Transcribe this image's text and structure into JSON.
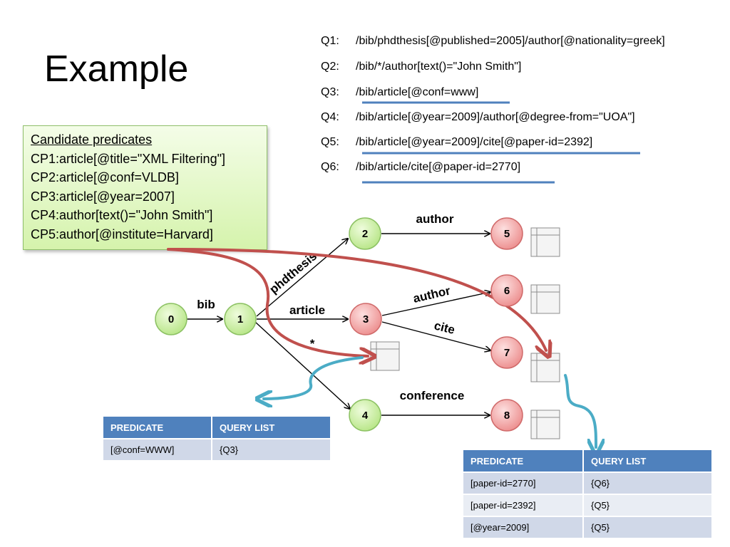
{
  "slide_title": "Example",
  "queries": [
    {
      "id": "Q1:",
      "text": "/bib/phdthesis[@published=2005]/author[@nationality=greek]"
    },
    {
      "id": "Q2:",
      "text": "/bib/*/author[text()=\"John Smith\"]"
    },
    {
      "id": "Q3:",
      "text": "/bib/article[@conf=www]"
    },
    {
      "id": "Q4:",
      "text": "/bib/article[@year=2009]/author[@degree-from=\"UOA\"]"
    },
    {
      "id": "Q5:",
      "text": "/bib/article[@year=2009]/cite[@paper-id=2392]"
    },
    {
      "id": "Q6:",
      "text": "/bib/article/cite[@paper-id=2770]"
    }
  ],
  "candidates": {
    "heading": "Candidate predicates",
    "items": [
      "CP1:article[@title=\"XML Filtering\"]",
      "CP2:article[@conf=VLDB]",
      "CP3:article[@year=2007]",
      "CP4:author[text()=\"John Smith\"]",
      "CP5:author[@institute=Harvard]"
    ]
  },
  "nodes": [
    "0",
    "1",
    "2",
    "3",
    "4",
    "5",
    "6",
    "7",
    "8"
  ],
  "edge_labels": {
    "bib": "bib",
    "phdthesis": "phdthesis",
    "article": "article",
    "star": "*",
    "author_top": "author",
    "author_mid": "author",
    "cite": "cite",
    "conference": "conference"
  },
  "table_left": {
    "headers": [
      "PREDICATE",
      "QUERY LIST"
    ],
    "rows": [
      [
        "[@conf=WWW]",
        "{Q3}"
      ]
    ]
  },
  "table_right": {
    "headers": [
      "PREDICATE",
      "QUERY LIST"
    ],
    "rows": [
      [
        "[paper-id=2770]",
        "{Q6}"
      ],
      [
        "[paper-id=2392]",
        "{Q5}"
      ],
      [
        "[@year=2009]",
        "{Q5}"
      ]
    ]
  },
  "colors": {
    "green_node": "#c9f0a0",
    "red_node": "#f4a0a0",
    "red_arrow": "#c0504d",
    "blue_arrow": "#4bacc6",
    "underline": "#4f81bd",
    "table_header": "#4f81bd"
  }
}
